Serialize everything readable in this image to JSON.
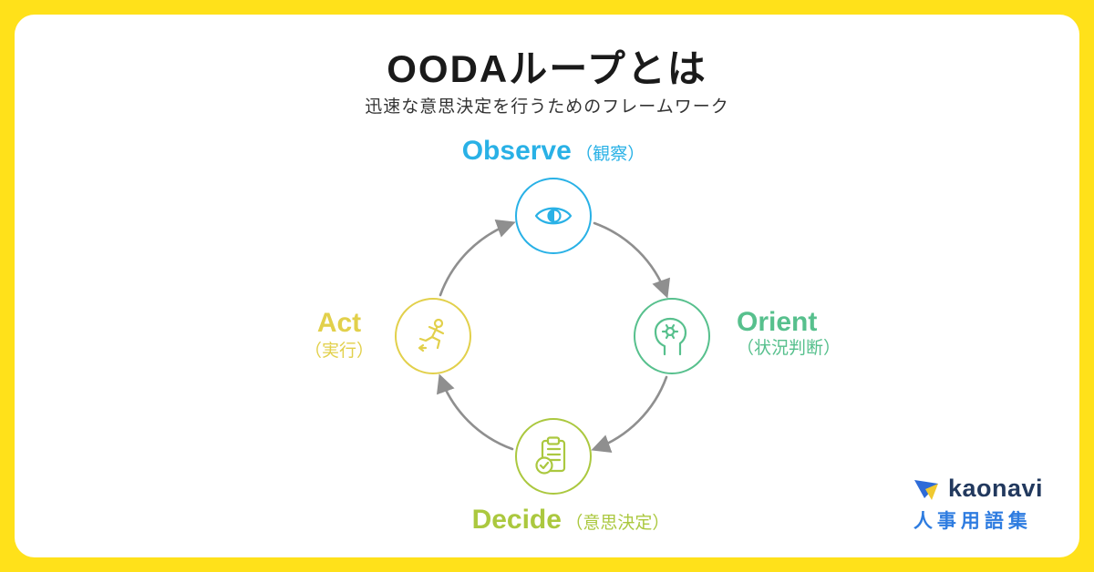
{
  "page": {
    "title": "OODAループとは",
    "subtitle": "迅速な意思決定を行うためのフレームワーク"
  },
  "diagram": {
    "type": "cycle",
    "direction": "clockwise",
    "arrow_color": "#8f8f8f",
    "steps": [
      {
        "label": "Observe",
        "sub": "（観察）",
        "color": "#29b1e6",
        "icon": "eye-icon",
        "position": "top"
      },
      {
        "label": "Orient",
        "sub": "（状況判断）",
        "color": "#57c08d",
        "icon": "head-gear-icon",
        "position": "right"
      },
      {
        "label": "Decide",
        "sub": "（意思決定）",
        "color": "#abc83f",
        "icon": "clipboard-check-icon",
        "position": "bottom"
      },
      {
        "label": "Act",
        "sub": "（実行）",
        "color": "#e2d04b",
        "icon": "runner-icon",
        "position": "left"
      }
    ]
  },
  "footer": {
    "brand": "kaonavi",
    "brand_sub": "人事用語集",
    "brand_color": "#22395e",
    "brand_sub_color": "#2e7ce0"
  },
  "colors": {
    "frame": "#ffe11a",
    "card": "#ffffff"
  }
}
